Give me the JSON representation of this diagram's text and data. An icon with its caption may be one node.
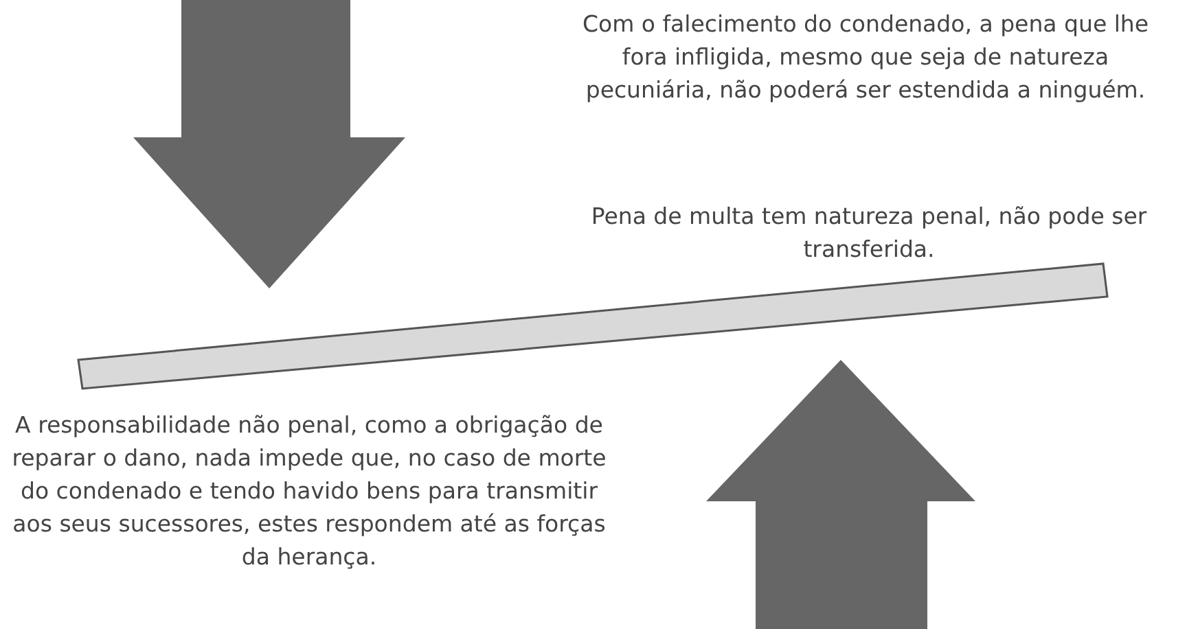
{
  "diagram": {
    "labels": [
      "Com o falecimento do condenado, a pena que lhe fora infligida, mesmo que seja de natureza pecuniária, não poderá ser estendida a ninguém.",
      "Pena de multa tem natureza penal, não pode ser transferida.",
      "A responsabilidade não penal, como a obrigação de reparar o dano, nada impede que, no caso de morte do condenado e tendo havido bens para transmitir aos seus sucessores, estes respondem até as forças da herança."
    ]
  }
}
